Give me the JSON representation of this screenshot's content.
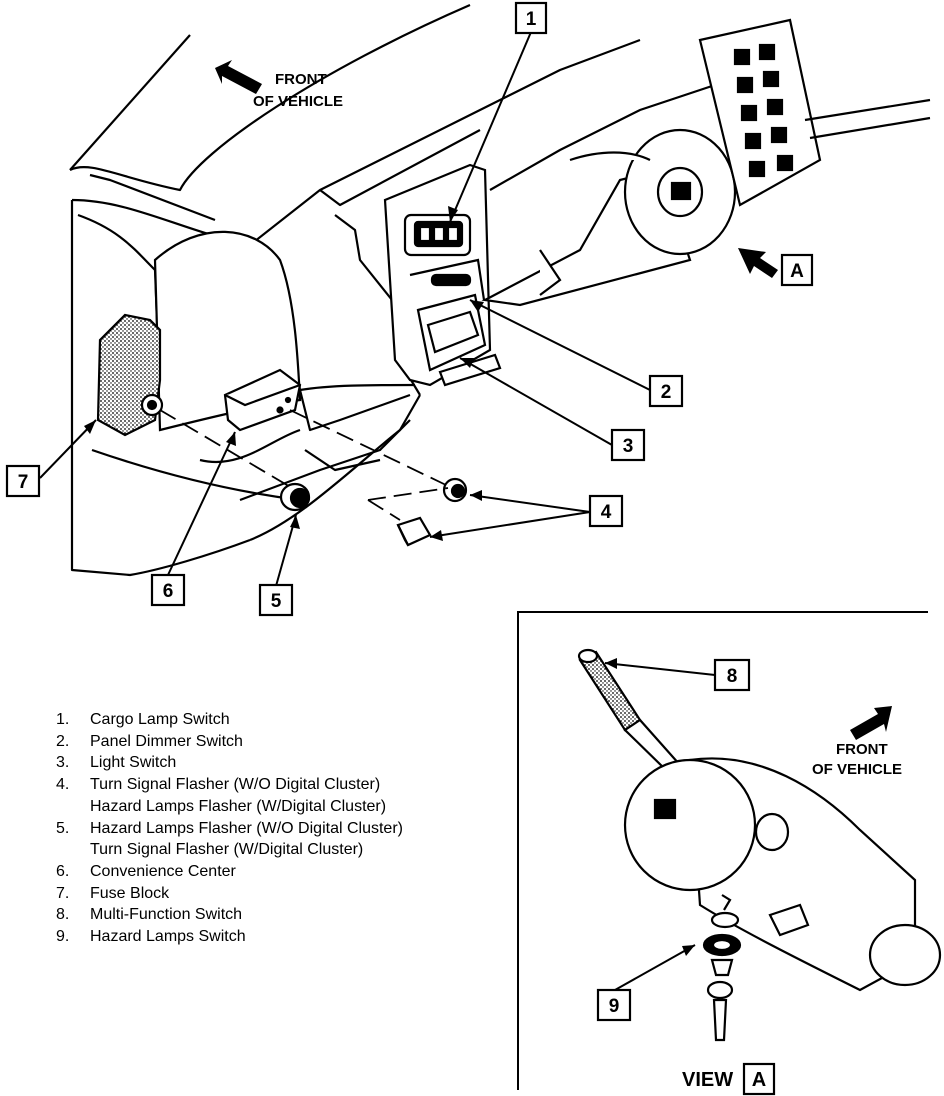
{
  "front_label_main": [
    "FRONT",
    "OF VEHICLE"
  ],
  "front_label_view": [
    "FRONT",
    "OF VEHICLE"
  ],
  "view_label": {
    "prefix": "VIEW",
    "letter": "A"
  },
  "view_ref_letter": "A",
  "callouts": {
    "c1": "1",
    "c2": "2",
    "c3": "3",
    "c4": "4",
    "c5": "5",
    "c6": "6",
    "c7": "7",
    "c8": "8",
    "c9": "9"
  },
  "legend": [
    {
      "number": "1.",
      "lines": [
        "Cargo Lamp Switch"
      ]
    },
    {
      "number": "2.",
      "lines": [
        "Panel Dimmer Switch"
      ]
    },
    {
      "number": "3.",
      "lines": [
        "Light Switch"
      ]
    },
    {
      "number": "4.",
      "lines": [
        "Turn Signal Flasher (W/O Digital Cluster)",
        "Hazard Lamps Flasher (W/Digital Cluster)"
      ]
    },
    {
      "number": "5.",
      "lines": [
        "Hazard Lamps Flasher (W/O Digital Cluster)",
        "Turn Signal Flasher (W/Digital Cluster)"
      ]
    },
    {
      "number": "6.",
      "lines": [
        "Convenience Center"
      ]
    },
    {
      "number": "7.",
      "lines": [
        "Fuse Block"
      ]
    },
    {
      "number": "8.",
      "lines": [
        "Multi-Function Switch"
      ]
    },
    {
      "number": "9.",
      "lines": [
        "Hazard Lamps Switch"
      ]
    }
  ]
}
